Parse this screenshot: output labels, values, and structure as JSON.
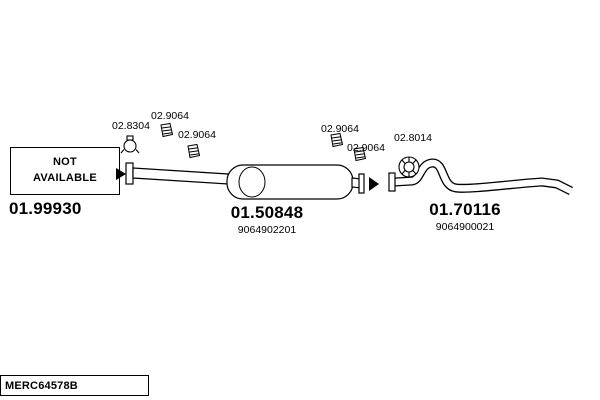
{
  "not_available_box": {
    "line1": "NOT",
    "line2": "AVAILABLE"
  },
  "main_parts": {
    "front": {
      "code": "01.99930"
    },
    "middle": {
      "code": "01.50848",
      "oe_number": "9064902201"
    },
    "rear": {
      "code": "01.70116",
      "oe_number": "9064900021"
    }
  },
  "fittings": [
    {
      "code": "02.8304",
      "icon": "clamp-icon"
    },
    {
      "code": "02.9064",
      "icon": "rubber-hanger-icon"
    },
    {
      "code": "02.9064",
      "icon": "rubber-hanger-icon"
    },
    {
      "code": "02.9064",
      "icon": "rubber-hanger-icon"
    },
    {
      "code": "02.9064",
      "icon": "rubber-hanger-icon"
    },
    {
      "code": "02.8014",
      "icon": "ring-gasket-icon"
    }
  ],
  "footer": {
    "reference": "MERC64578B"
  }
}
